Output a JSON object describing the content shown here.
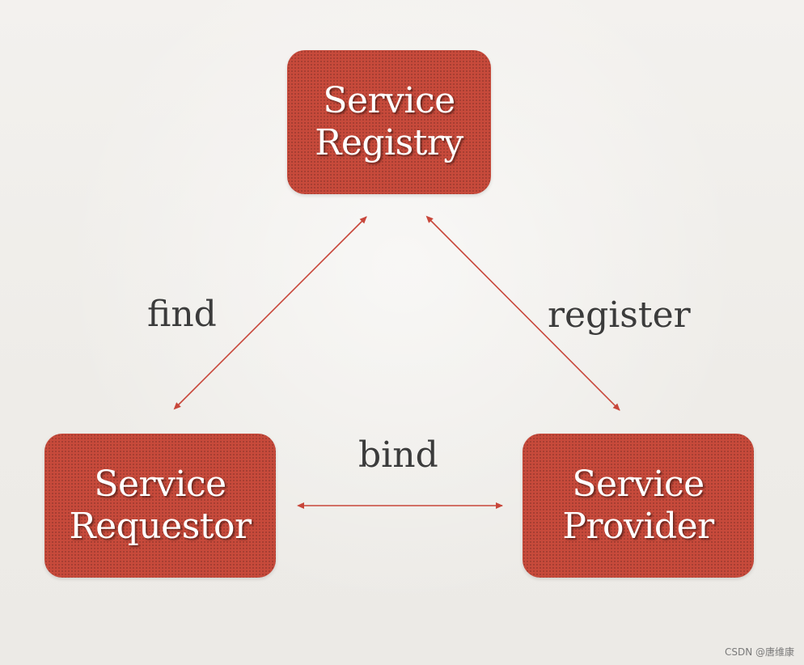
{
  "diagram": {
    "nodes": [
      {
        "id": "registry",
        "lines": [
          "Service",
          "Registry"
        ]
      },
      {
        "id": "requestor",
        "lines": [
          "Service",
          "Requestor"
        ]
      },
      {
        "id": "provider",
        "lines": [
          "Service",
          "Provider"
        ]
      }
    ],
    "edges": [
      {
        "id": "find",
        "label": "find",
        "from": "requestor",
        "to": "registry",
        "bidirectional": true
      },
      {
        "id": "register",
        "label": "register",
        "from": "provider",
        "to": "registry",
        "bidirectional": true
      },
      {
        "id": "bind",
        "label": "bind",
        "from": "requestor",
        "to": "provider",
        "bidirectional": true
      }
    ],
    "colors": {
      "node_fill": "#c74a3b",
      "node_text": "#ffffff",
      "edge_stroke": "#c8463a",
      "label_text": "#3b3b3b",
      "background": "#efede9"
    }
  },
  "watermark": "CSDN @唐维康"
}
